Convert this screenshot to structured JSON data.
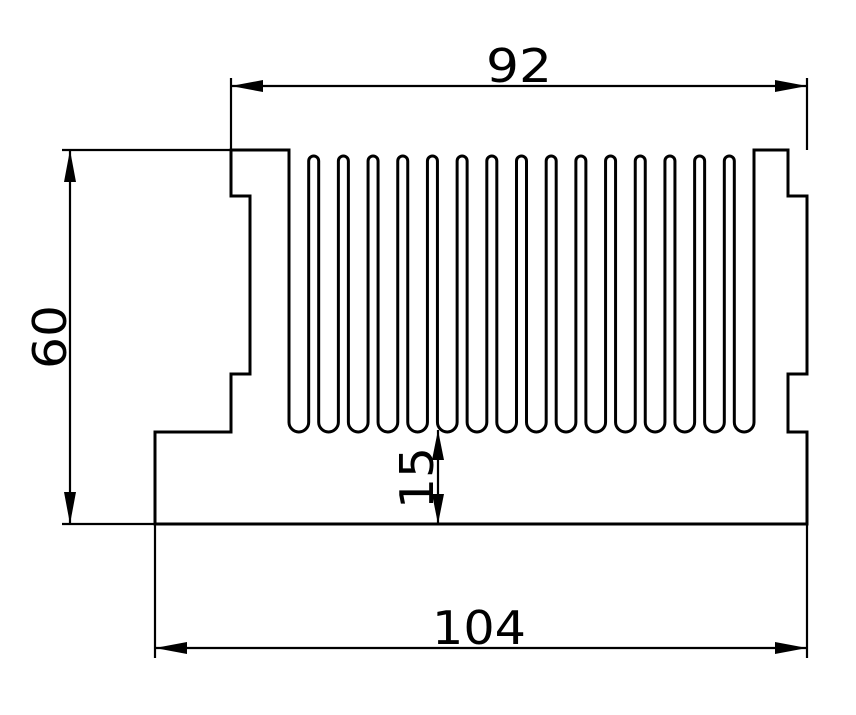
{
  "drawing": {
    "colors": {
      "line": "#000000",
      "background": "#ffffff"
    },
    "dimensions": {
      "top_width": "92",
      "height": "60",
      "base_thickness": "15",
      "overall_width": "104"
    },
    "fin_count": 16
  }
}
